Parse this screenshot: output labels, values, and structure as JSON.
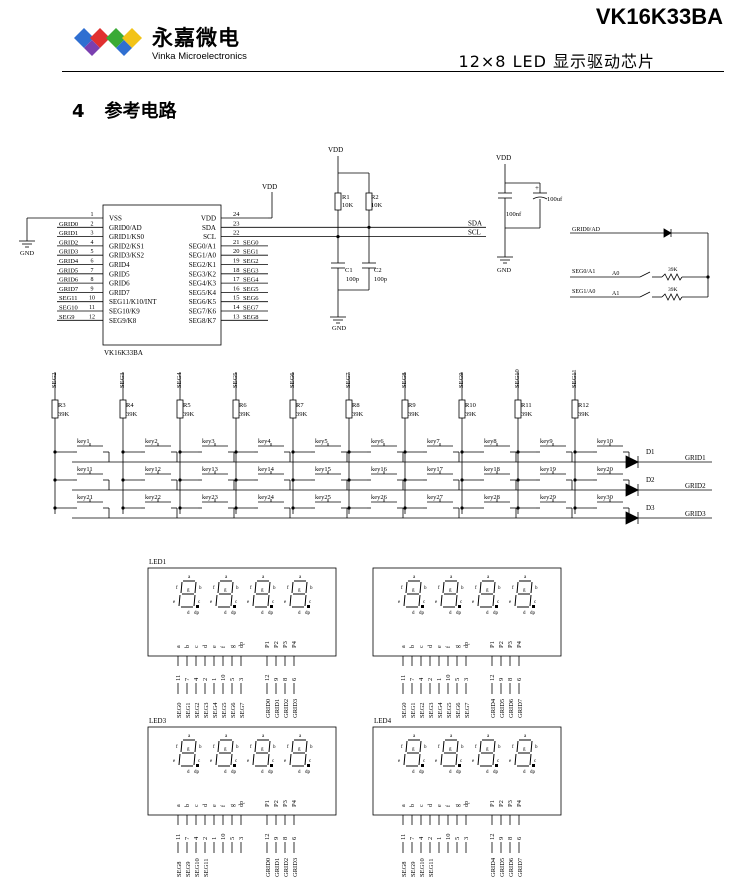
{
  "header": {
    "logo_cn": "永嘉微电",
    "logo_en": "Vinka Microelectronics",
    "part_number": "VK16K33BA",
    "subtitle": "12×8  LED 显示驱动芯片"
  },
  "section": {
    "number": "4",
    "title": "参考电路"
  },
  "colors": {
    "logo_blue": "#2f6fd1",
    "logo_red": "#e03030",
    "logo_green": "#3aaa35",
    "logo_yellow": "#f2c318",
    "logo_purple": "#7a3fb0"
  },
  "ic": {
    "name": "VK16K33BA",
    "left_pins": [
      {
        "num": "1",
        "label": "VSS",
        "net": ""
      },
      {
        "num": "2",
        "label": "GRID0/AD",
        "net": "GRID0"
      },
      {
        "num": "3",
        "label": "GRID1/KS0",
        "net": "GRID1"
      },
      {
        "num": "4",
        "label": "GRID2/KS1",
        "net": "GRID2"
      },
      {
        "num": "5",
        "label": "GRID3/KS2",
        "net": "GRID3"
      },
      {
        "num": "6",
        "label": "GRID4",
        "net": "GRID4"
      },
      {
        "num": "7",
        "label": "GRID5",
        "net": "GRID5"
      },
      {
        "num": "8",
        "label": "GRID6",
        "net": "GRID6"
      },
      {
        "num": "9",
        "label": "GRID7",
        "net": "GRID7"
      },
      {
        "num": "10",
        "label": "SEG11/K10/INT",
        "net": "SEG11"
      },
      {
        "num": "11",
        "label": "SEG10/K9",
        "net": "SEG10"
      },
      {
        "num": "12",
        "label": "SEG9/K8",
        "net": "SEG9"
      }
    ],
    "right_pins": [
      {
        "num": "24",
        "label": "VDD",
        "net": ""
      },
      {
        "num": "23",
        "label": "SDA",
        "net": ""
      },
      {
        "num": "22",
        "label": "SCL",
        "net": ""
      },
      {
        "num": "21",
        "label": "SEG0/A1",
        "net": "SEG0"
      },
      {
        "num": "20",
        "label": "SEG1/A0",
        "net": "SEG1"
      },
      {
        "num": "19",
        "label": "SEG2/K1",
        "net": "SEG2"
      },
      {
        "num": "18",
        "label": "SEG3/K2",
        "net": "SEG3"
      },
      {
        "num": "17",
        "label": "SEG4/K3",
        "net": "SEG4"
      },
      {
        "num": "16",
        "label": "SEG5/K4",
        "net": "SEG5"
      },
      {
        "num": "15",
        "label": "SEG6/K5",
        "net": "SEG6"
      },
      {
        "num": "14",
        "label": "SEG7/K6",
        "net": "SEG7"
      },
      {
        "num": "13",
        "label": "SEG8/K7",
        "net": "SEG8"
      }
    ]
  },
  "power": {
    "vdd": "VDD",
    "gnd": "GND",
    "r1": "R1",
    "r1_val": "10K",
    "r2": "R2",
    "r2_val": "10K",
    "c1": "C1",
    "c1_val": "100p",
    "c2": "C2",
    "c2_val": "100p",
    "cap_bulk": "100uf",
    "cap_small": "100nf",
    "sda": "SDA",
    "scl": "SCL"
  },
  "addr": {
    "grid_ad": "GRID0/AD",
    "seg_a1": "SEG0/A1",
    "a0": "A0",
    "r_a0": "39K",
    "seg_a0": "SEG1/A0",
    "a1": "A1",
    "r_a1": "39K"
  },
  "keys": {
    "segs": [
      "SEG2",
      "SEG3",
      "SEG4",
      "SEG5",
      "SEG6",
      "SEG7",
      "SEG8",
      "SEG9",
      "SEG10",
      "SEG11"
    ],
    "resistors": [
      "R3",
      "R4",
      "R5",
      "R6",
      "R7",
      "R8",
      "R9",
      "R10",
      "R11",
      "R12"
    ],
    "res_value": "39K",
    "rows": [
      [
        "key1",
        "key2",
        "key3",
        "key4",
        "key5",
        "key6",
        "key7",
        "key8",
        "key9",
        "key10"
      ],
      [
        "key11",
        "key12",
        "key13",
        "key14",
        "key15",
        "key16",
        "key17",
        "key18",
        "key19",
        "key20"
      ],
      [
        "key21",
        "key22",
        "key23",
        "key24",
        "key25",
        "key26",
        "key27",
        "key28",
        "key29",
        "key30"
      ]
    ],
    "diodes": [
      "D1",
      "D2",
      "D3"
    ],
    "grids": [
      "GRID1",
      "GRID2",
      "GRID3"
    ]
  },
  "leds": [
    {
      "name": "LED1",
      "grids": [
        "GRID0",
        "GRID1",
        "GRID2",
        "GRID3"
      ],
      "segs": [
        "SEG0",
        "SEG1",
        "SEG2",
        "SEG3",
        "SEG4",
        "SEG5",
        "SEG6",
        "SEG7"
      ]
    },
    {
      "name": "",
      "grids": [
        "GRID4",
        "GRID5",
        "GRID6",
        "GRID7"
      ],
      "segs": [
        "SEG0",
        "SEG1",
        "SEG2",
        "SEG3",
        "SEG4",
        "SEG5",
        "SEG6",
        "SEG7"
      ]
    },
    {
      "name": "LED3",
      "grids": [
        "GRID0",
        "GRID1",
        "GRID2",
        "GRID3"
      ],
      "segs": [
        "SEG8",
        "SEG9",
        "SEG10",
        "SEG11"
      ]
    },
    {
      "name": "LED4",
      "grids": [
        "GRID4",
        "GRID5",
        "GRID6",
        "GRID7"
      ],
      "segs": [
        "SEG8",
        "SEG9",
        "SEG10",
        "SEG11"
      ]
    }
  ],
  "led_pins": {
    "seg_letters": [
      "a",
      "b",
      "c",
      "d",
      "e",
      "f",
      "g",
      "dp"
    ],
    "seg_nums": [
      "11",
      "7",
      "4",
      "2",
      "1",
      "10",
      "5",
      "3"
    ],
    "com_labels": [
      "P1",
      "P2",
      "P3",
      "P4"
    ],
    "com_nums": [
      "12",
      "9",
      "8",
      "6"
    ],
    "digit_labels": [
      "a",
      "b",
      "c",
      "d",
      "e",
      "f",
      "g",
      "dp"
    ]
  }
}
